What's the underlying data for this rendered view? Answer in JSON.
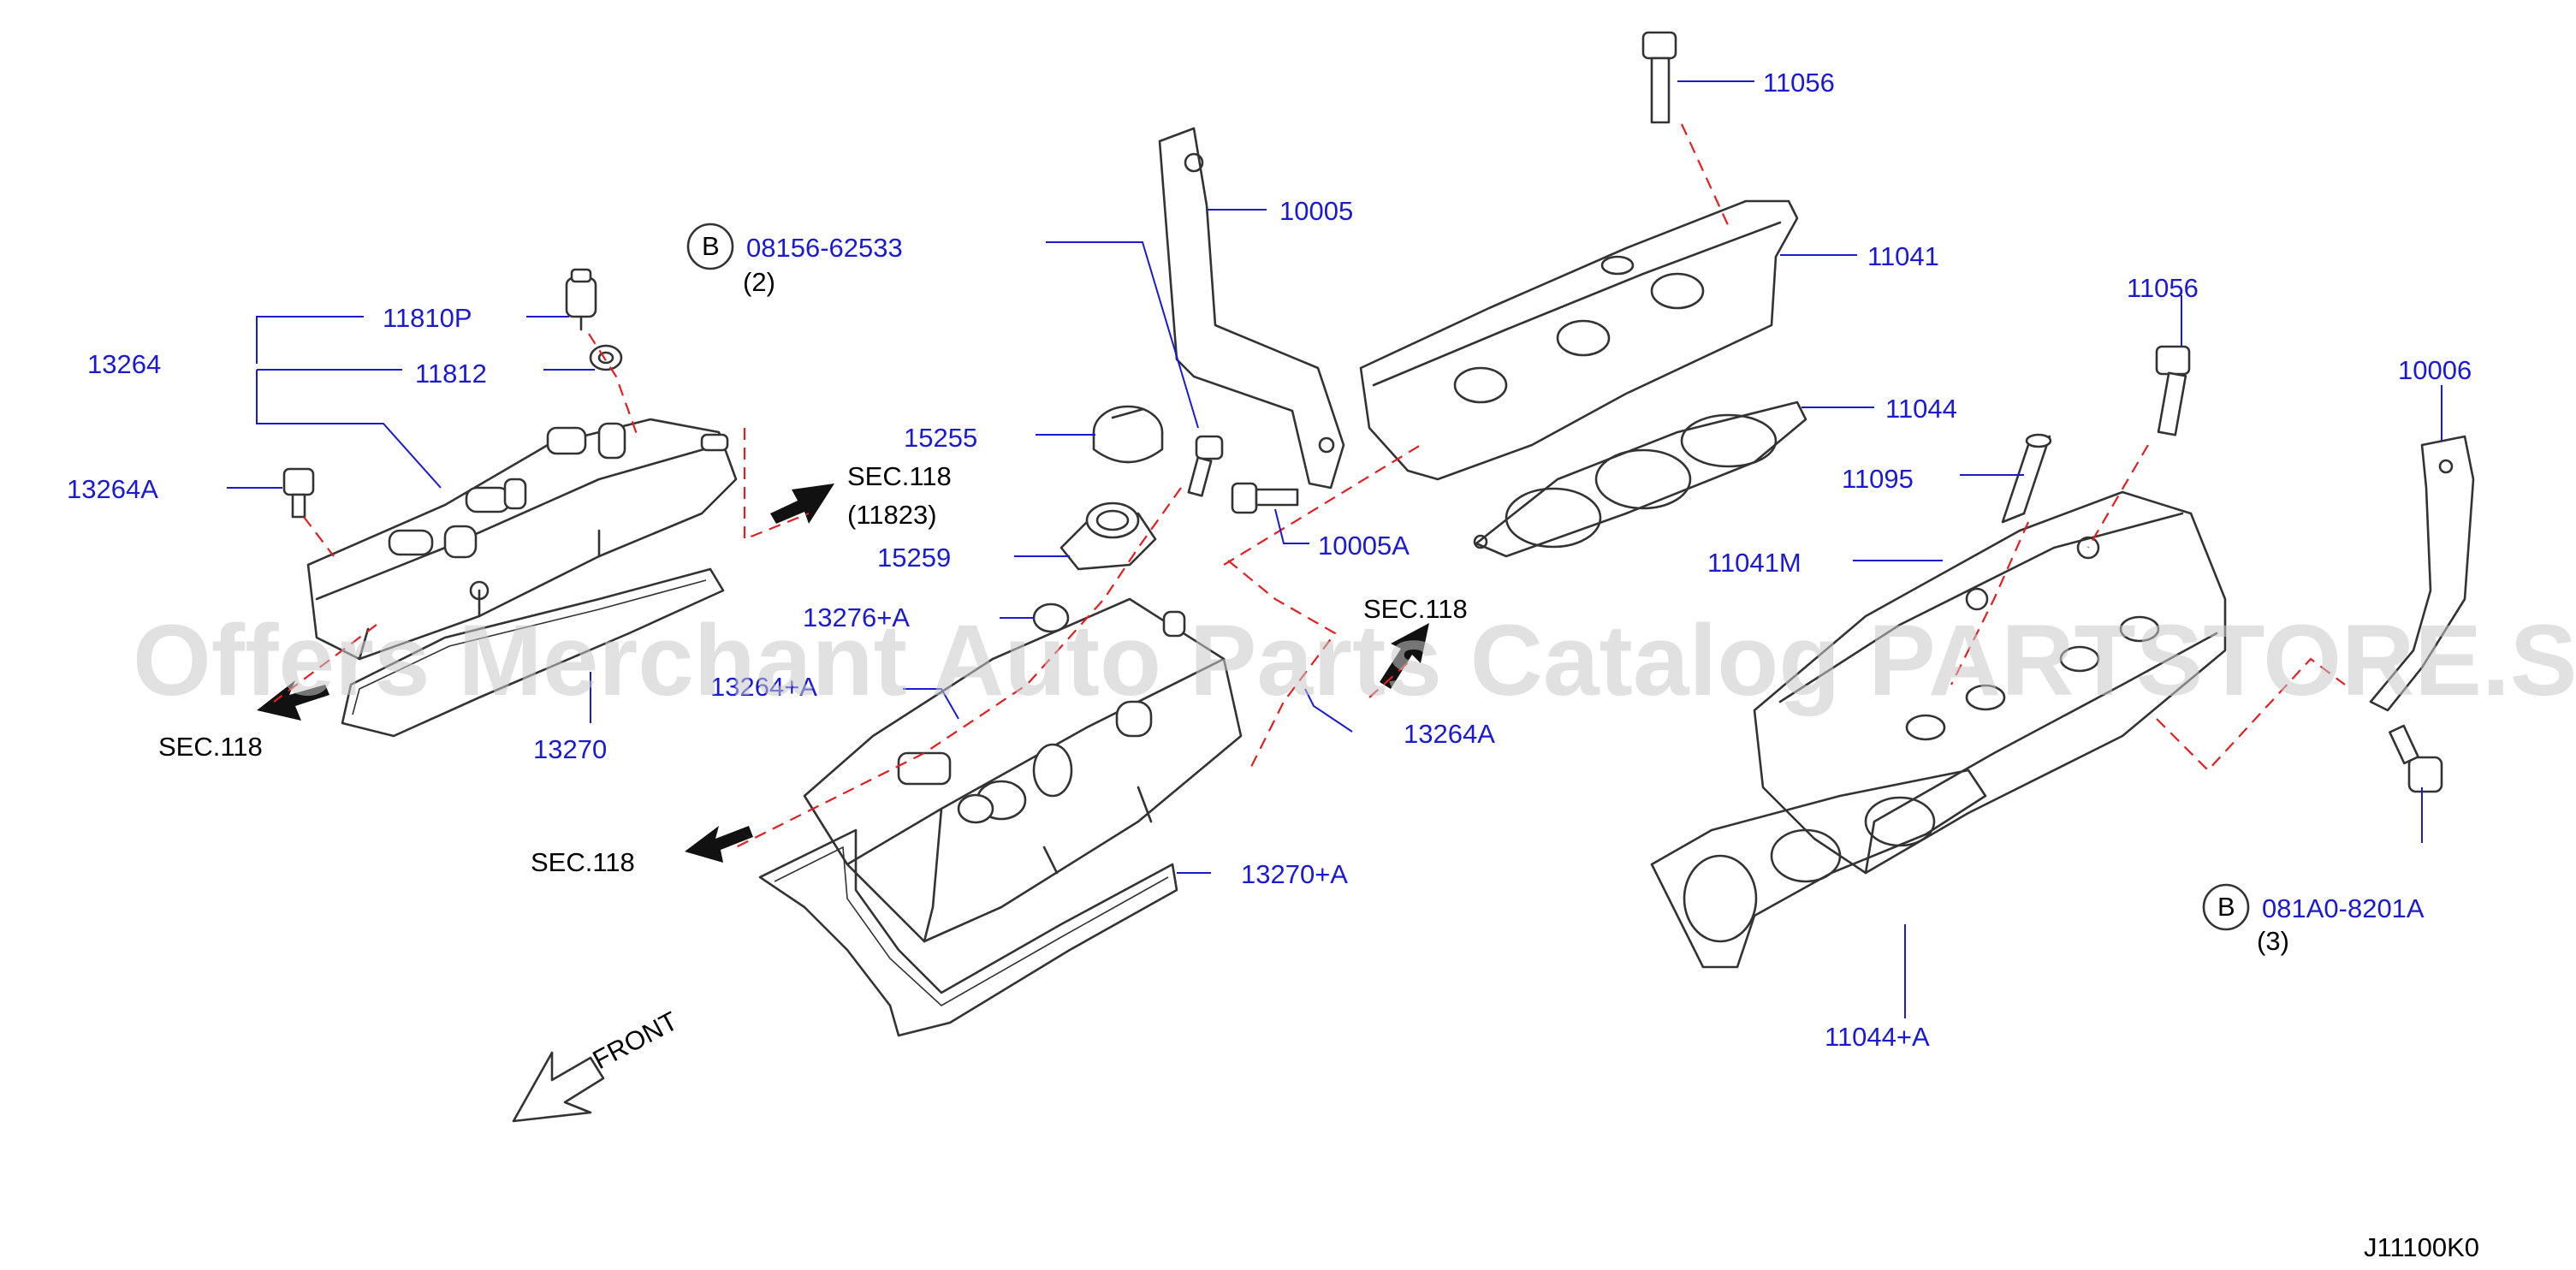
{
  "diagram_code": "J11100K0",
  "watermark": "Offers Merchant Auto Parts Catalog PARTSTORE.SA",
  "front_label": "FRONT",
  "circle_marker": "B",
  "labels": {
    "p11056_top": "11056",
    "p10005": "10005",
    "p08156": "08156-62533",
    "p08156_qty": "(2)",
    "p11041": "11041",
    "p11810P": "11810P",
    "p13264": "13264",
    "p11812": "11812",
    "p15255": "15255",
    "p11044": "11044",
    "p11056_right": "11056",
    "p10006": "10006",
    "p13264A_left": "13264A",
    "p11095": "11095",
    "sec118_mid": "SEC.118",
    "sec118_mid_ref": "(11823)",
    "p10005A": "10005A",
    "p15259": "15259",
    "p11041M": "11041M",
    "p13276A": "13276+A",
    "sec118_right": "SEC.118",
    "p13264plusA": "13264+A",
    "p13264A_right": "13264A",
    "sec118_left": "SEC.118",
    "p13270": "13270",
    "sec118_bottom": "SEC.118",
    "p13270A": "13270+A",
    "p081A0": "081A0-8201A",
    "p081A0_qty": "(3)",
    "p11044A": "11044+A"
  },
  "colors": {
    "label_blue": "#1a1ad0",
    "dashed_red": "#e02020",
    "linework": "#333333",
    "watermark_gray": "#c8c8c8"
  }
}
